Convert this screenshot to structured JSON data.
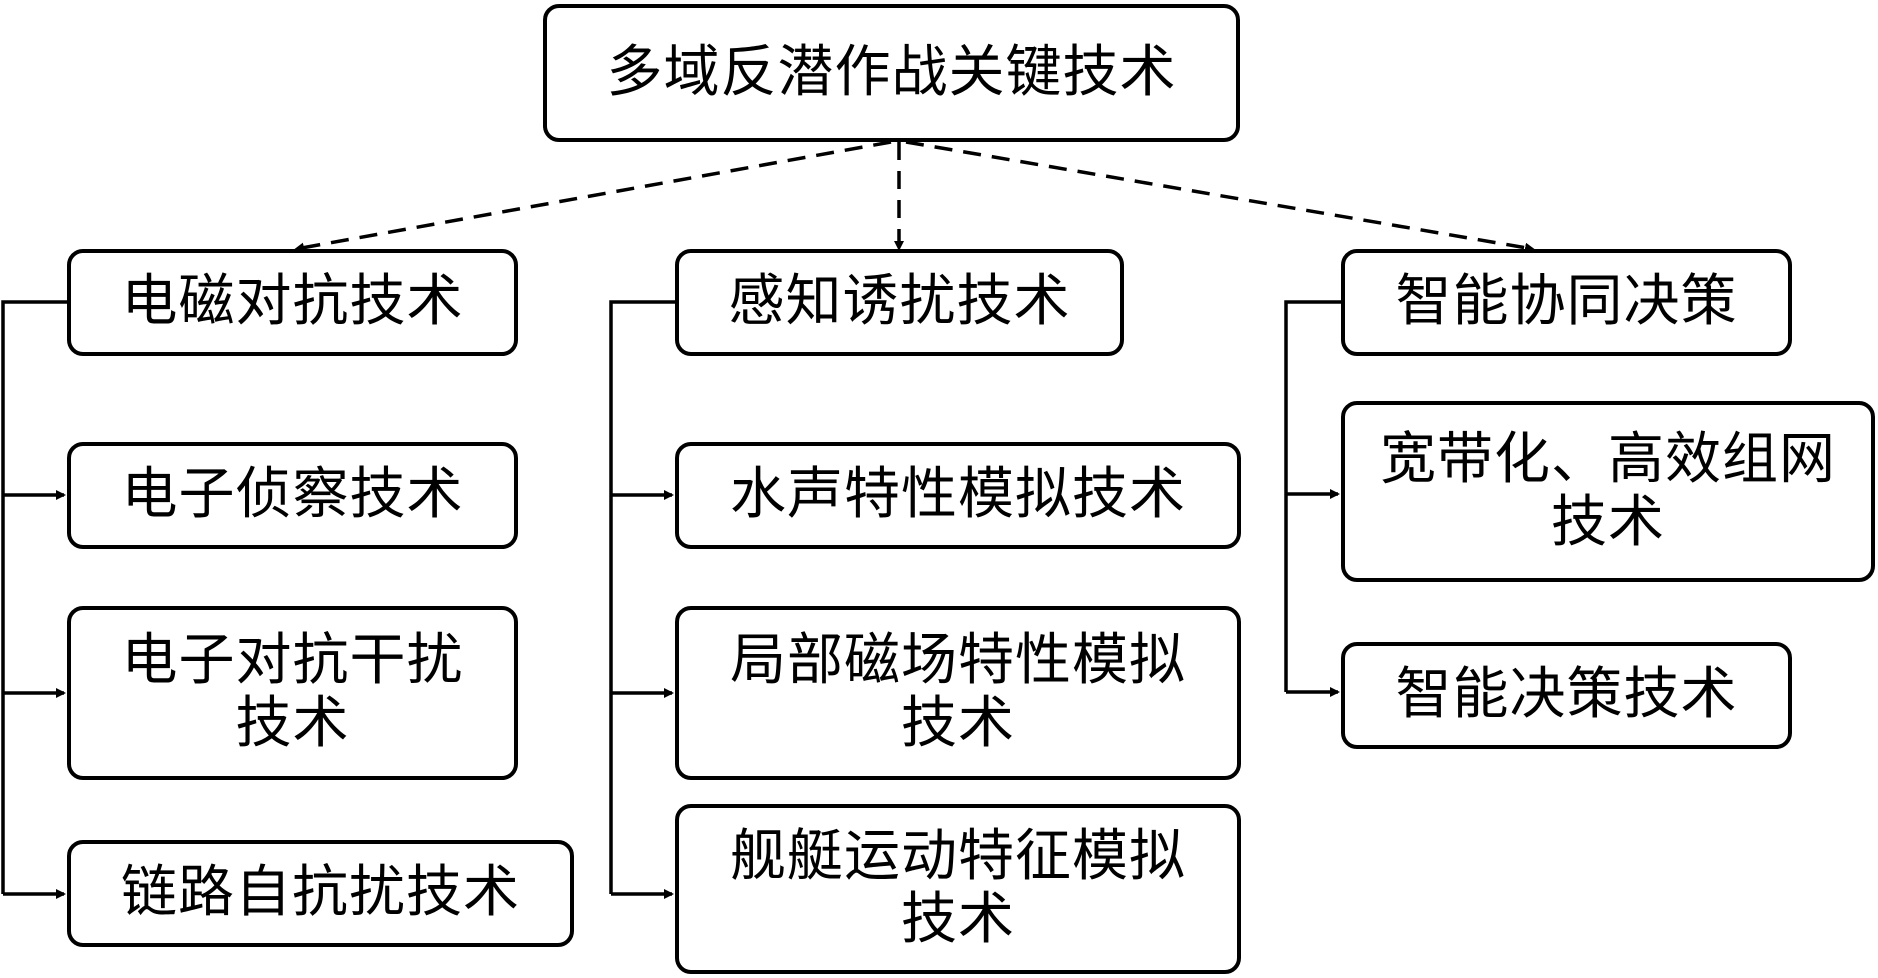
{
  "diagram": {
    "root": {
      "label": "多域反潜作战关键技术"
    },
    "categories": [
      {
        "label": "电磁对抗技术",
        "items": [
          "电子侦察技术",
          "电子对抗干扰技术",
          "链路自抗扰技术"
        ]
      },
      {
        "label": "感知诱扰技术",
        "items": [
          "水声特性模拟技术",
          "局部磁场特性模拟技术",
          "舰艇运动特征模拟技术"
        ]
      },
      {
        "label": "智能协同决策",
        "items": [
          "宽带化、高效组网技术",
          "智能决策技术"
        ]
      }
    ]
  },
  "style": {
    "line_color": "#000000",
    "box_border_color": "#000000",
    "background": "#ffffff"
  }
}
